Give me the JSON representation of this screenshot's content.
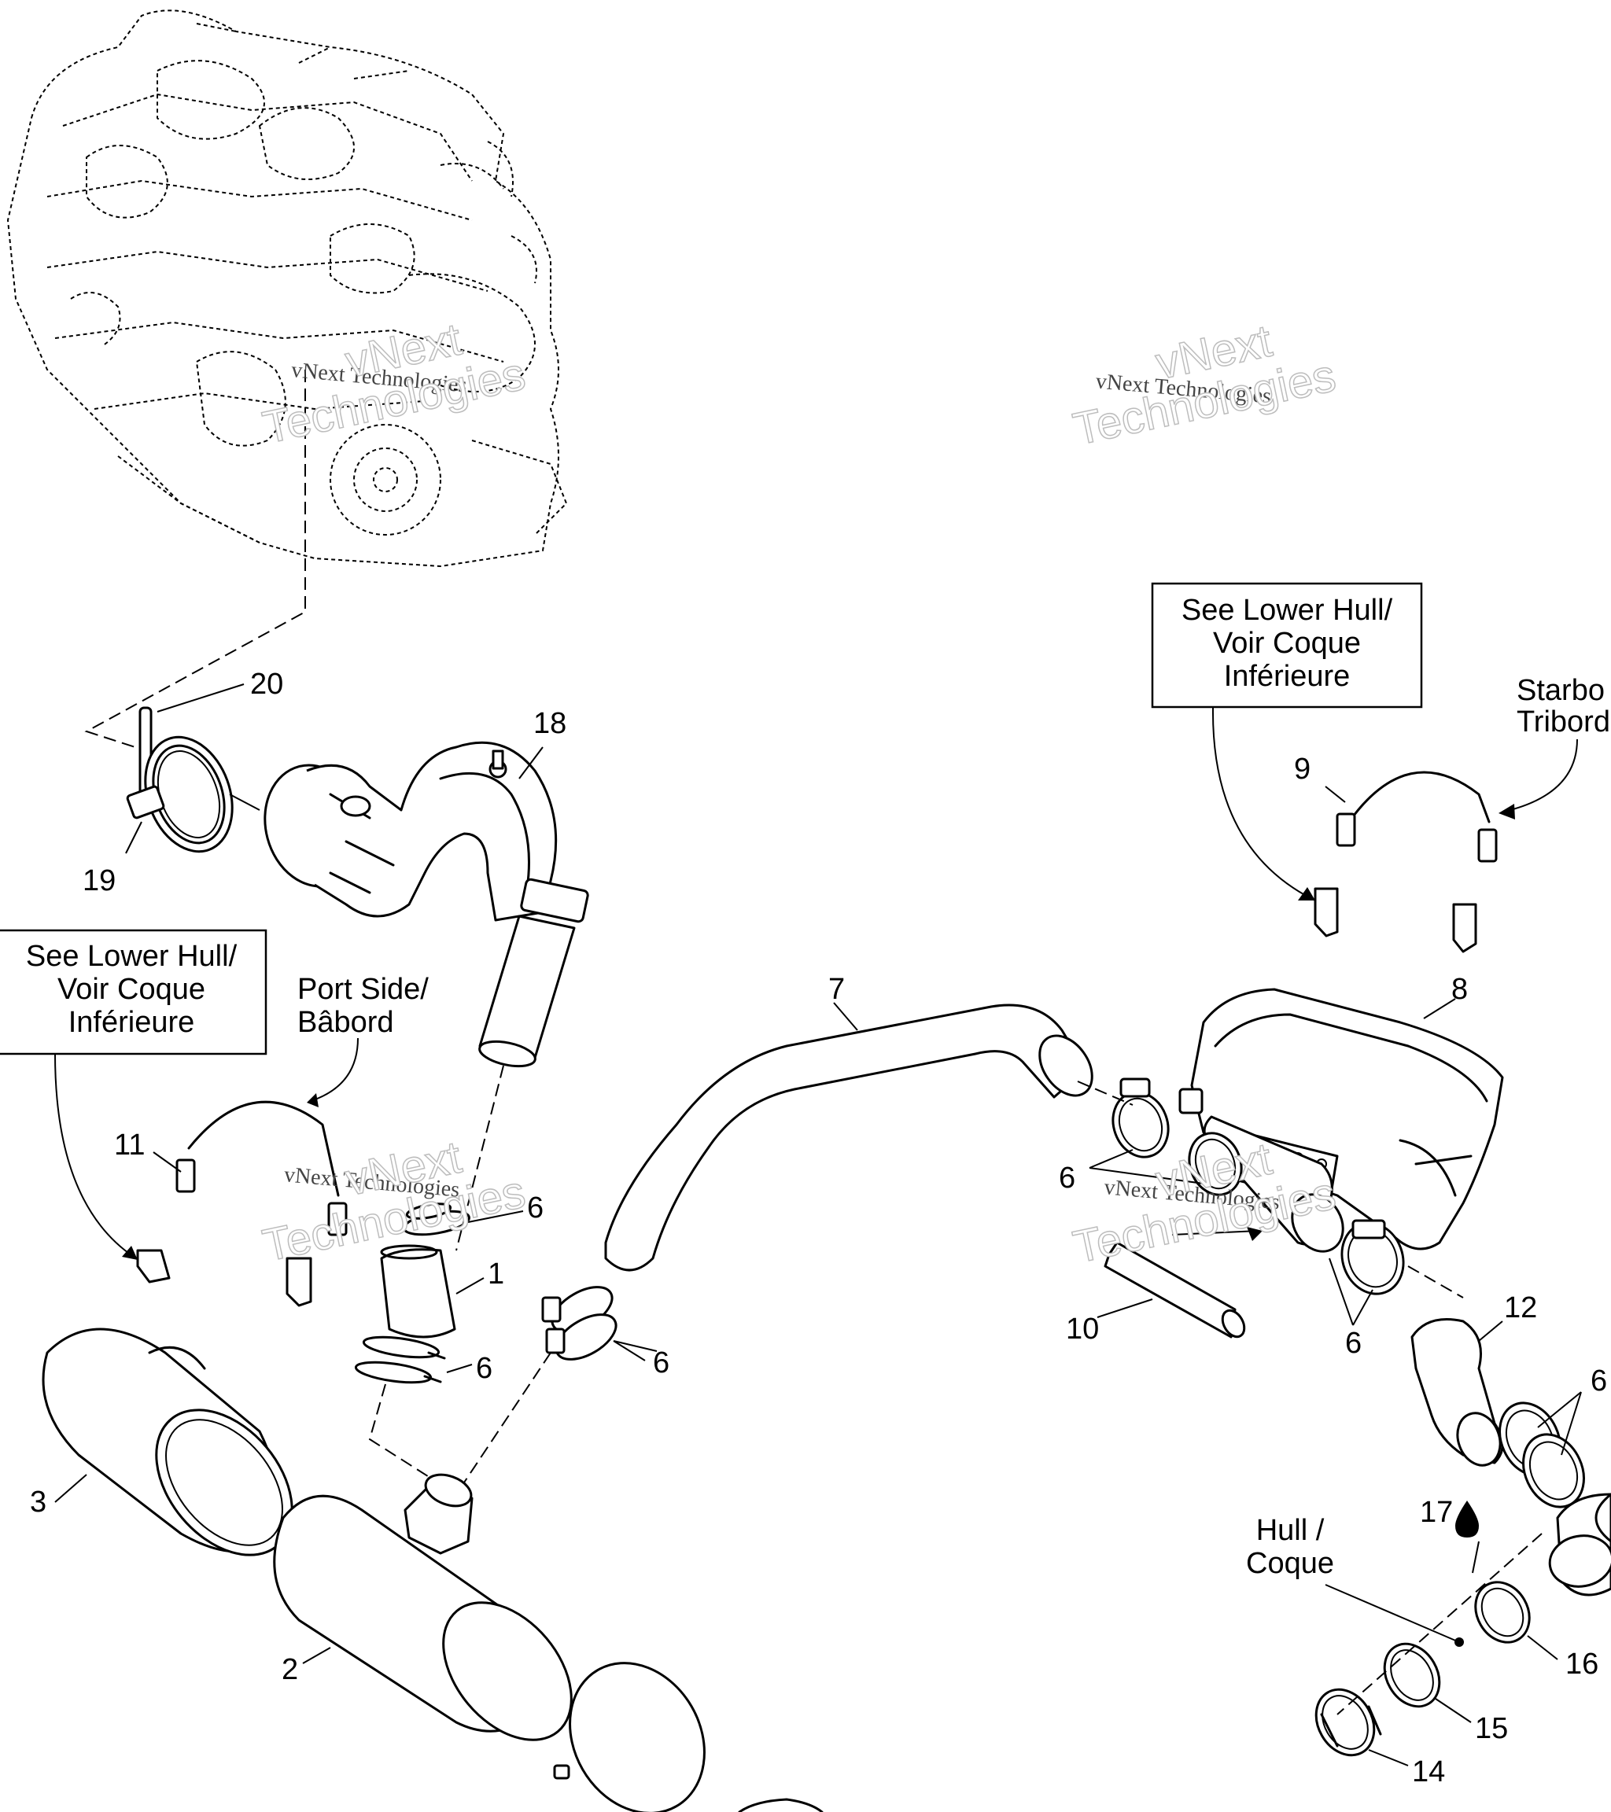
{
  "callouts": {
    "p1": "1",
    "p2": "2",
    "p3": "3",
    "p6a": "6",
    "p6b": "6",
    "p6c": "6",
    "p6d": "6",
    "p6e": "6",
    "p6f": "6",
    "p7": "7",
    "p8": "8",
    "p9": "9",
    "p10": "10",
    "p11": "11",
    "p12": "12",
    "p14": "14",
    "p15": "15",
    "p16": "16",
    "p17": "17",
    "p18": "18",
    "p19": "19",
    "p20": "20"
  },
  "notes": {
    "lower_hull_right": [
      "See Lower Hull/",
      "Voir Coque",
      "Inférieure"
    ],
    "lower_hull_left": [
      "See Lower Hull/",
      "Voir Coque",
      "Inférieure"
    ],
    "port_side": [
      "Port Side/",
      "Bâbord"
    ],
    "starboard": [
      "Starbo",
      "Tribord"
    ],
    "hull": [
      "Hull /",
      "Coque"
    ]
  },
  "watermark": {
    "small": "vNext Technologies",
    "big_line1": "vNext",
    "big_line2": "Technologies"
  }
}
